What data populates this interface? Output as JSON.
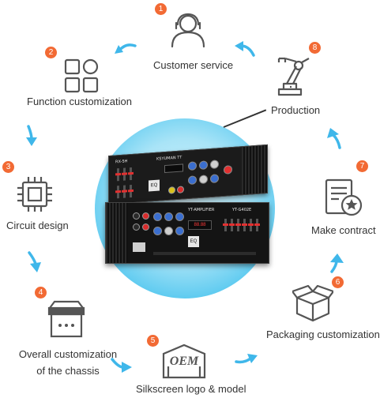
{
  "steps": [
    {
      "number": "1",
      "label": "Customer service",
      "icon": "customer-service-icon"
    },
    {
      "number": "2",
      "label": "Function customization",
      "icon": "function-grid-icon"
    },
    {
      "number": "3",
      "label": "Circuit design",
      "icon": "circuit-chip-icon"
    },
    {
      "number": "4",
      "label": "Overall customization of the chassis",
      "line1": "Overall customization",
      "line2": "of the chassis",
      "icon": "chassis-box-icon"
    },
    {
      "number": "5",
      "label": "Silkscreen logo & model",
      "icon": "oem-logo-icon",
      "icon_text": "OEM"
    },
    {
      "number": "6",
      "label": "Packaging customization",
      "icon": "package-box-icon"
    },
    {
      "number": "7",
      "label": "Make contract",
      "icon": "contract-document-icon"
    },
    {
      "number": "8",
      "label": "Production",
      "icon": "robot-arm-icon"
    }
  ],
  "product": {
    "top_unit": {
      "model": "RX-5H",
      "brand": "KSYUMAN TT",
      "label": "EQ"
    },
    "bottom_unit": {
      "left_text": "YT-AMPLIFIER",
      "right_text": "YT-G402E",
      "label": "EQ",
      "display": "88.88"
    }
  },
  "colors": {
    "accent_orange": "#f26a34",
    "arrow_blue": "#3fb7ea",
    "circle_blue": "#5ccaf0",
    "text": "#333333",
    "icon_gray": "#555555"
  }
}
